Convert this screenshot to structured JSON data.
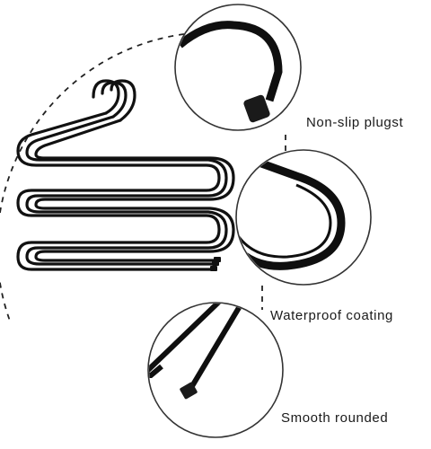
{
  "product": {
    "name": "S-shaped multi-layer pants hanger",
    "color": "#111111"
  },
  "callouts": [
    {
      "id": "nonslip",
      "label": "Non-slip plugst",
      "icon": "hanger-end-cap-closeup"
    },
    {
      "id": "waterproof",
      "label": "Waterproof coating",
      "icon": "hanger-bend-closeup"
    },
    {
      "id": "smooth",
      "label": "Smooth rounded",
      "icon": "hanger-rod-tip-closeup"
    }
  ],
  "colors": {
    "background": "#ffffff",
    "metal": "#111111",
    "circle_border": "#333333",
    "dashed_line": "#222222",
    "text": "#1a1a1a"
  }
}
